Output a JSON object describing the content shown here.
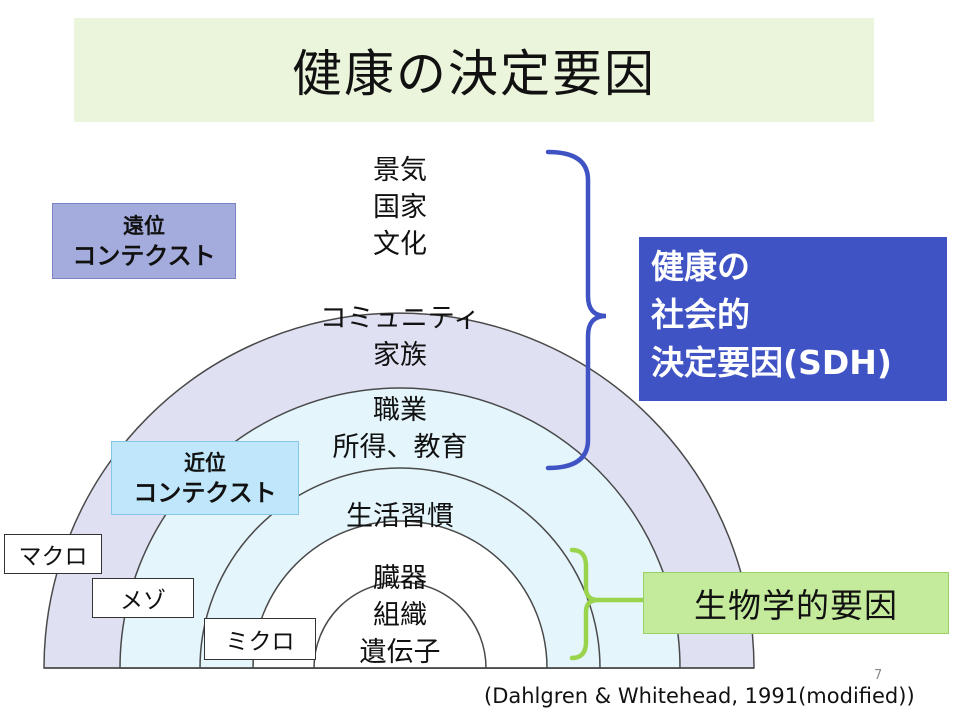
{
  "title": "健康の決定要因",
  "rings": {
    "outer": [
      "景気",
      "国家",
      "文化"
    ],
    "community": [
      "コミュニティ",
      "家族"
    ],
    "work": [
      "職業",
      "所得、教育"
    ],
    "lifestyle": [
      "生活習慣"
    ],
    "core": [
      "臓器",
      "組織",
      "遺伝子"
    ]
  },
  "context": {
    "far": [
      "遠位",
      "コンテクスト"
    ],
    "near": [
      "近位",
      "コンテクスト"
    ]
  },
  "scales": {
    "macro": "マクロ",
    "meso": "メゾ",
    "micro": "ミクロ"
  },
  "sdh": [
    "健康の",
    "社会的",
    "決定要因(SDH)"
  ],
  "biological": "生物学的要因",
  "page_number": "7",
  "citation": "(Dahlgren & Whitehead, 1991(modified))",
  "colors": {
    "outer_ring": "#dfe1f3",
    "middle_ring": "#e4f5fc",
    "brace_blue": "#3f53c5",
    "brace_green": "#9ad34c",
    "sdh_box": "#3f53c5",
    "bio_box": "#c4ea9c",
    "title_bg": "#ebf5dc"
  }
}
